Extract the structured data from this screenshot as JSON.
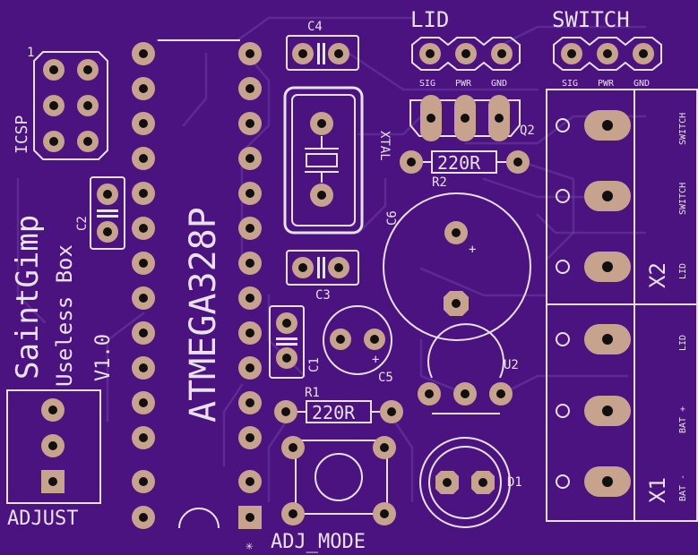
{
  "board": {
    "background": "#4b1380",
    "silkscreen_color": "#e7e2ee",
    "pad_color": "#c7a28c"
  },
  "labels": {
    "lid_header": "LID",
    "switch_header": "SWITCH",
    "sig": "SIG",
    "pwr": "PWR",
    "gnd": "GND",
    "icsp": "ICSP",
    "icsp_pin1": "1",
    "c1": "C1",
    "c2": "C2",
    "c3": "C3",
    "c4": "C4",
    "c5": "C5",
    "c6": "C6",
    "xtal": "XTAL",
    "q2": "Q2",
    "r1": "R1",
    "r2": "R2",
    "r1_value": "220R",
    "r2_value": "220R",
    "u2": "U2",
    "d1": "D1",
    "chip": "ATMEGA328P",
    "author": "SaintGimp",
    "project": "Useless Box",
    "version": "V1.0",
    "adjust": "ADJUST",
    "adj_mode": "ADJ_MODE",
    "x1": "X1",
    "x2": "X2",
    "term_switch_a": "SWITCH",
    "term_switch_b": "SWITCH",
    "term_lid_a": "LID",
    "term_lid_b": "LID",
    "term_bat_plus": "BAT +",
    "term_bat_minus": "BAT -",
    "plus_c5": "+",
    "plus_c6": "+",
    "asterisk": "✳"
  }
}
